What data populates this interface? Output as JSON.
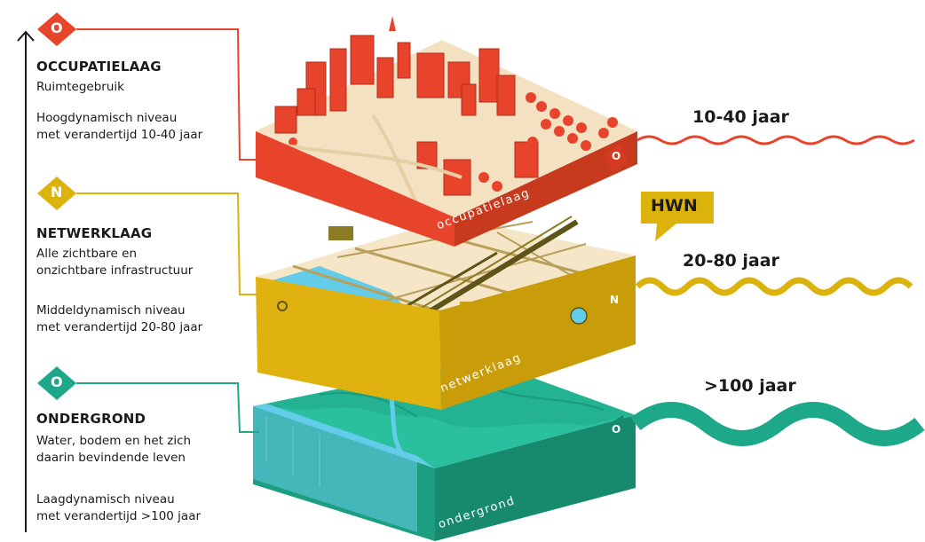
{
  "colors": {
    "occupation": "#e8442c",
    "network": "#dcb20c",
    "underground": "#1ea88a",
    "cream": "#f3e1c2",
    "water": "#63cce8",
    "dark_olive": "#5e5417"
  },
  "layers": {
    "occupation": {
      "badge": "O",
      "title": "OCCUPATIELAAG",
      "subtitle": "Ruimtegebruik",
      "desc_line1": "Hoogdynamisch niveau",
      "desc_line2": "met verandertijd 10-40 jaar",
      "block_label": "occupatielaag",
      "block_badge": "O",
      "duration": "10-40 jaar"
    },
    "network": {
      "badge": "N",
      "title": "NETWERKLAAG",
      "subtitle_line1": "Alle zichtbare en",
      "subtitle_line2": "onzichtbare infrastructuur",
      "desc_line1": "Middeldynamisch niveau",
      "desc_line2": "met verandertijd 20-80 jaar",
      "block_label": "netwerklaag",
      "block_badge": "N",
      "duration": "20-80 jaar"
    },
    "underground": {
      "badge": "O",
      "title": "ONDERGROND",
      "subtitle_line1": "Water, bodem en het zich",
      "subtitle_line2": "daarin bevindende leven",
      "desc_line1": "Laagdynamisch niveau",
      "desc_line2": "met verandertijd >100 jaar",
      "block_label": "ondergrond",
      "block_badge": "O",
      "duration": ">100 jaar"
    }
  },
  "callout": "HWN",
  "icons": {
    "axis": "up-arrow-icon",
    "occupation_marker": "diamond-icon",
    "network_marker": "diamond-icon",
    "underground_marker": "diamond-icon"
  }
}
